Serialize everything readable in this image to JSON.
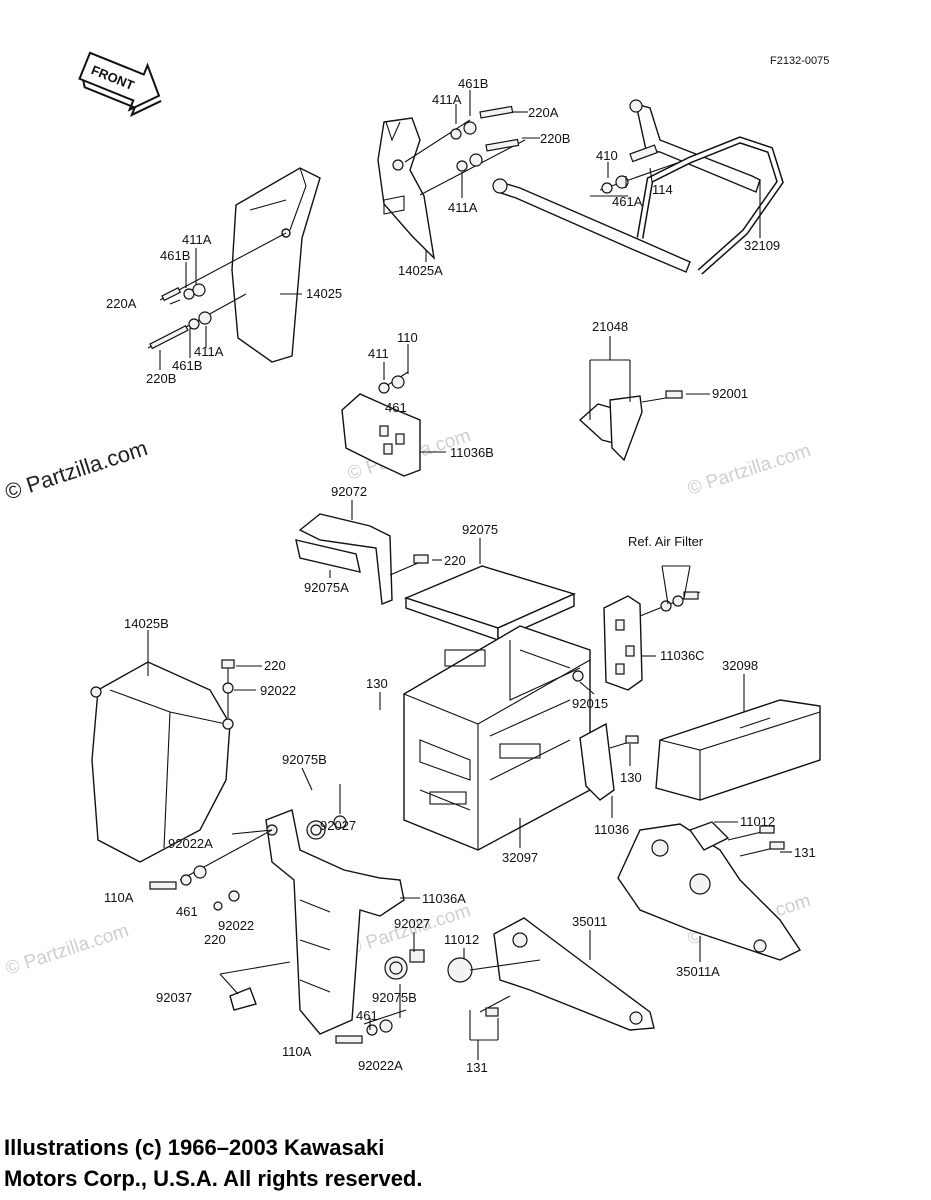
{
  "figure_code": "F2132-0075",
  "front_arrow": "FRONT",
  "watermarks": [
    "© Partzilla.com",
    "© Partzilla.com",
    "© Partzilla.com",
    "© Partzilla.com",
    "© Partzilla.com",
    "© Partzilla.com"
  ],
  "reference_note": "Ref. Air Filter",
  "callouts": {
    "c461B_a": "461B",
    "c411A_a": "411A",
    "c220A_a": "220A",
    "c220B_a": "220B",
    "c411A_b": "411A",
    "c410": "410",
    "c461A": "461A",
    "c114": "114",
    "c32109": "32109",
    "c14025A": "14025A",
    "c411A_c": "411A",
    "c461B_b": "461B",
    "c220A_b": "220A",
    "c14025": "14025",
    "c411A_d": "411A",
    "c461B_c": "461B",
    "c220B_b": "220B",
    "c411": "411",
    "c110": "110",
    "c461": "461",
    "c11036B": "11036B",
    "c21048": "21048",
    "c92001": "92001",
    "c92072": "92072",
    "c92075": "92075",
    "c220_a": "220",
    "c92075A": "92075A",
    "c14025B": "14025B",
    "c220_b": "220",
    "c92022_a": "92022",
    "c130_a": "130",
    "c11036C": "11036C",
    "c32098": "32098",
    "c92015": "92015",
    "c130_b": "130",
    "c92075B_a": "92075B",
    "c92027_a": "92027",
    "c11036": "11036",
    "c92022A_a": "92022A",
    "c32097": "32097",
    "c11012_a": "11012",
    "c131_a": "131",
    "c110A_a": "110A",
    "c461_b": "461",
    "c11036A": "11036A",
    "c220_c": "220",
    "c92022_b": "92022",
    "c92027_b": "92027",
    "c11012_b": "11012",
    "c35011": "35011",
    "c35011A": "35011A",
    "c92075B_b": "92075B",
    "c92037": "92037",
    "c461_c": "461",
    "c110A_b": "110A",
    "c92022A_b": "92022A",
    "c131_b": "131"
  },
  "copyright": {
    "line1": "Illustrations (c) 1966–2003 Kawasaki",
    "line2": "Motors Corp., U.S.A.  All rights reserved."
  }
}
